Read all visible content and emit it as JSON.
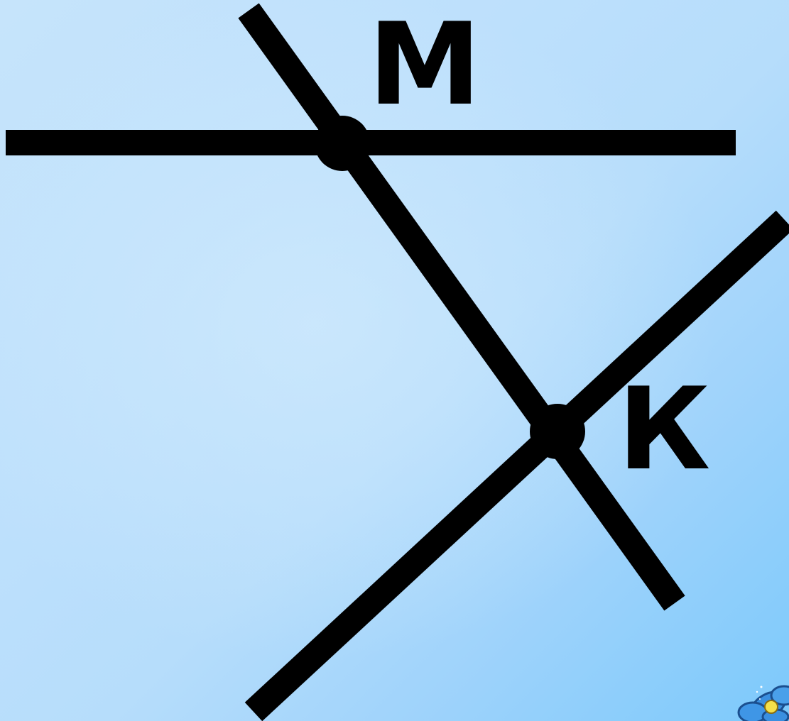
{
  "diagram": {
    "points": [
      {
        "id": "m",
        "label": "М"
      },
      {
        "id": "k",
        "label": "К"
      }
    ],
    "lines": [
      {
        "id": "horizontal-line",
        "through": [
          "m"
        ]
      },
      {
        "id": "line-mk",
        "through": [
          "m",
          "k"
        ]
      },
      {
        "id": "line-k-diagonal",
        "through": [
          "k"
        ]
      }
    ],
    "line_color": "#000000",
    "background_colors": [
      "#c6e4fb",
      "#7cc9fb"
    ]
  },
  "decorations": {
    "corner_icon": "flower-icon",
    "corner_icon_colors": [
      "#3a8fe0",
      "#f4e04a"
    ]
  }
}
